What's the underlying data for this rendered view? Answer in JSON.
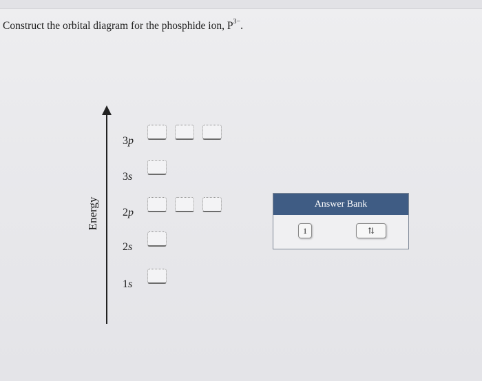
{
  "question": {
    "text": "Construct the orbital diagram for the phosphide ion, P",
    "superscript": "3−",
    "end": "."
  },
  "diagram": {
    "axis_label": "Energy",
    "levels": [
      {
        "n": "3",
        "l": "p",
        "boxes": 3
      },
      {
        "n": "3",
        "l": "s",
        "boxes": 1
      },
      {
        "n": "2",
        "l": "p",
        "boxes": 3
      },
      {
        "n": "2",
        "l": "s",
        "boxes": 1
      },
      {
        "n": "1",
        "l": "s",
        "boxes": 1
      }
    ]
  },
  "answer_bank": {
    "title": "Answer Bank",
    "tiles": [
      {
        "label": "1",
        "icon": "single-arrow-tile"
      },
      {
        "label": "⇅",
        "icon": "paired-arrows-tile"
      }
    ]
  },
  "colors": {
    "bank_header": "#3f5c84",
    "background": "#e9e9ec"
  }
}
